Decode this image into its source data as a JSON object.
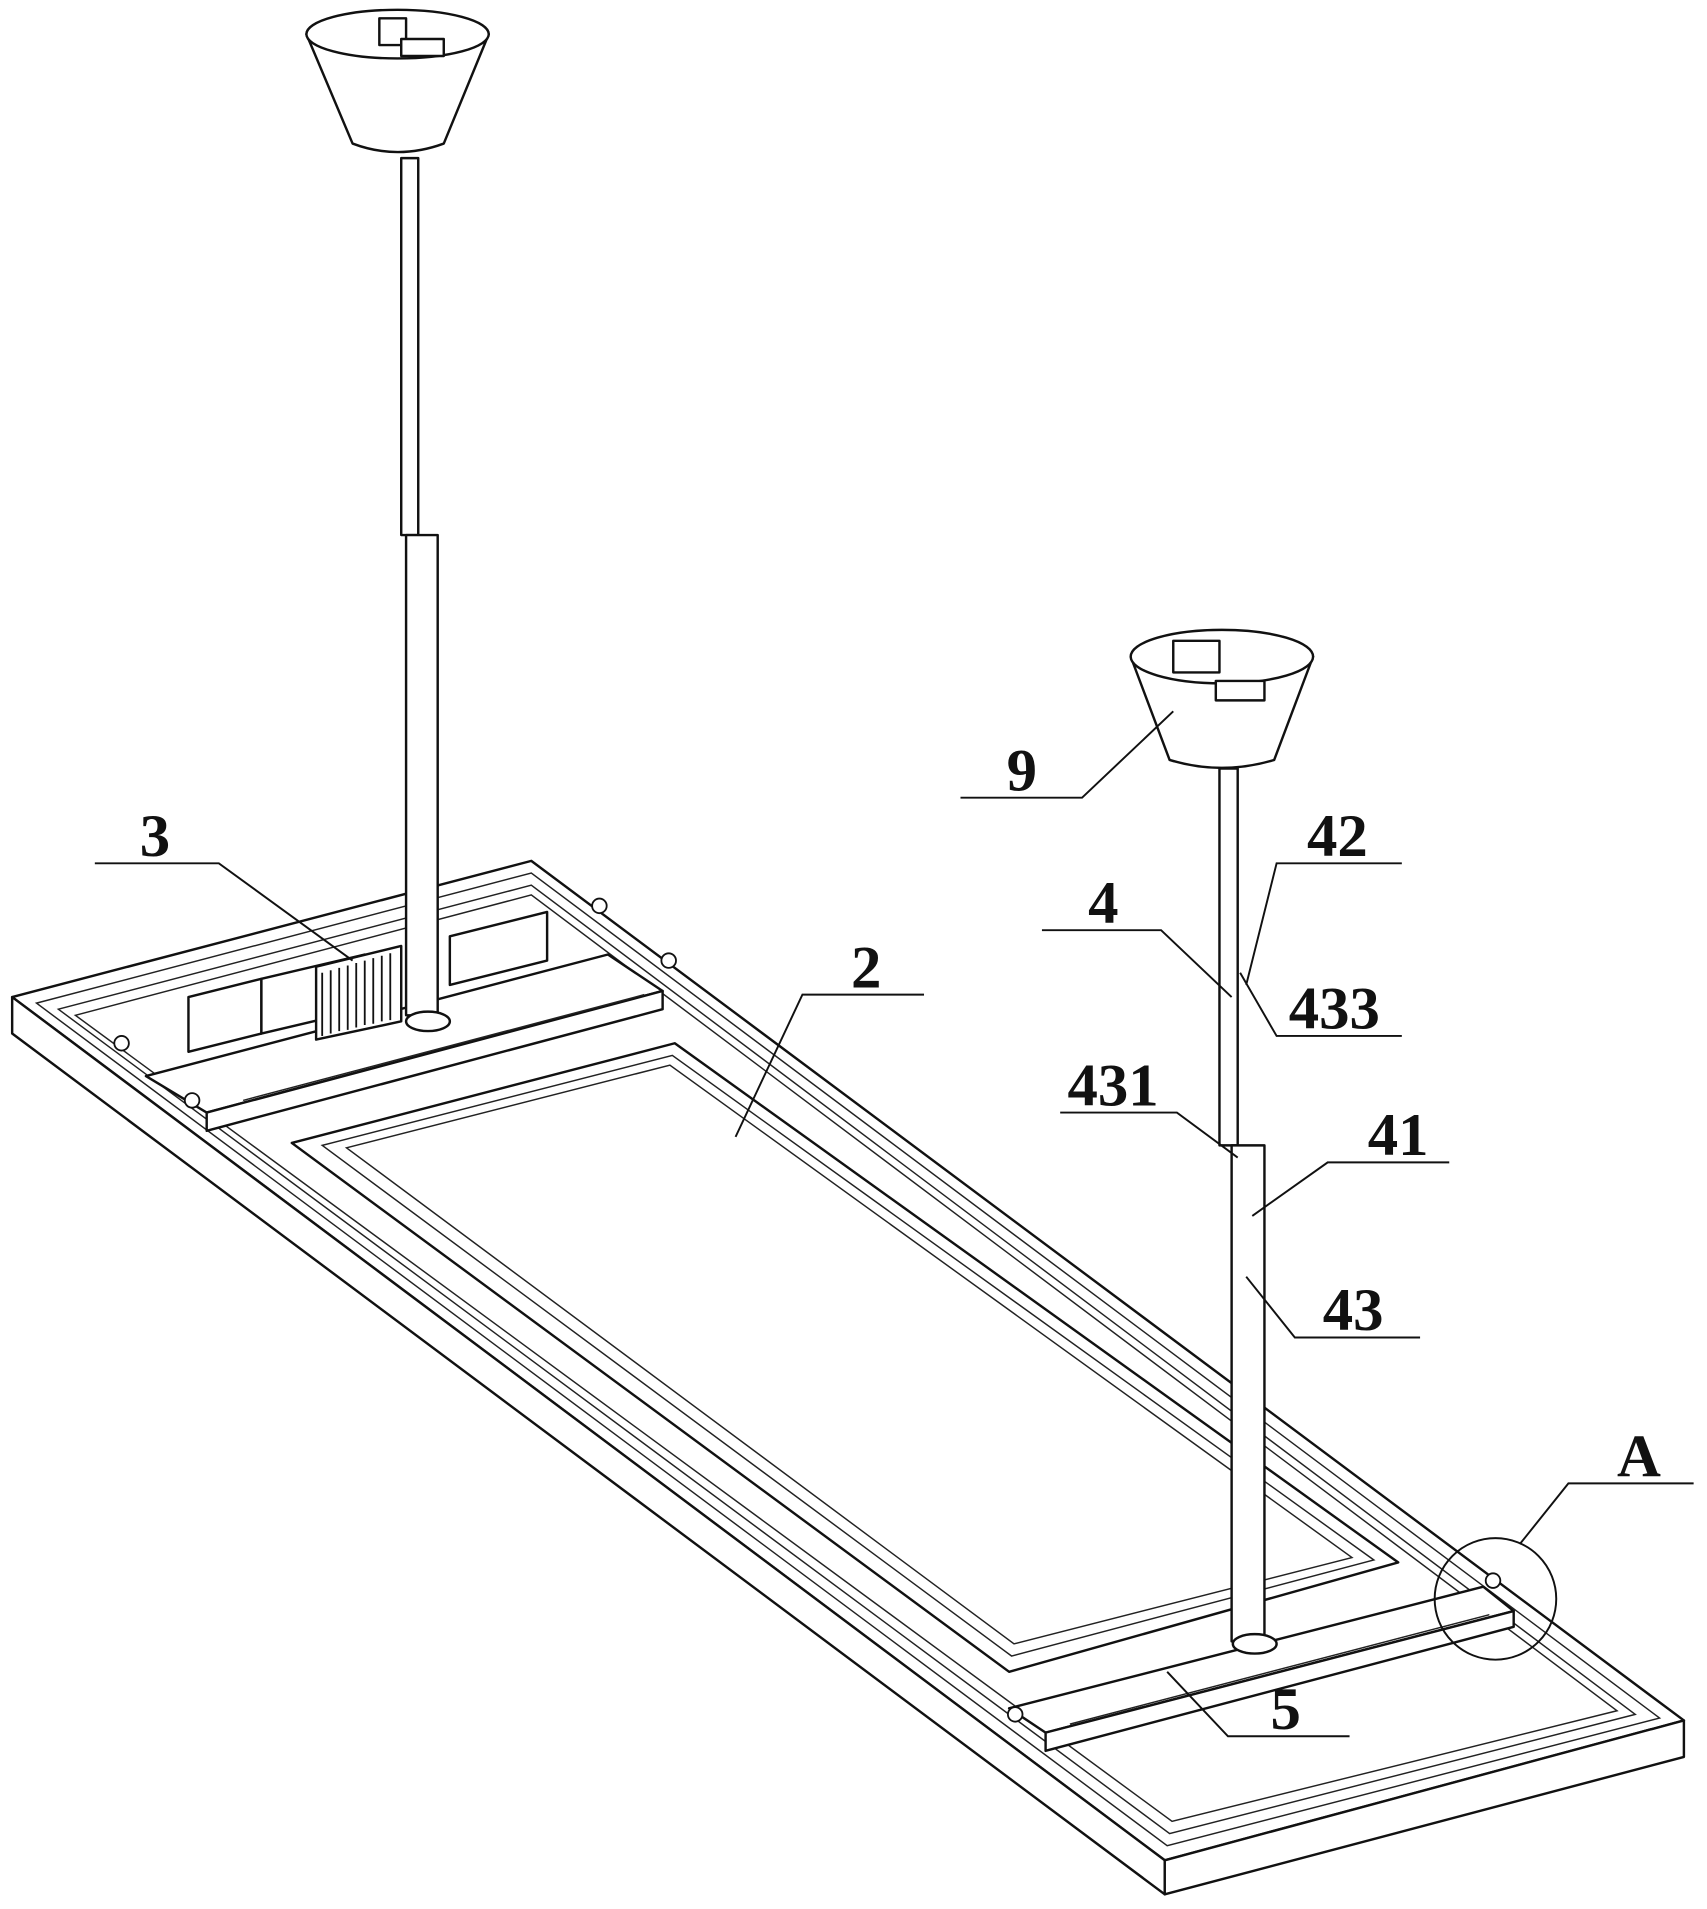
{
  "figure": {
    "title": "Suspended lamp panel assembly (patent drawing)",
    "labels": {
      "l9": "9",
      "l3": "3",
      "l2": "2",
      "l42": "42",
      "l4": "4",
      "l433": "433",
      "l431": "431",
      "l41": "41",
      "l43": "43",
      "lA": "A",
      "l5": "5"
    }
  }
}
